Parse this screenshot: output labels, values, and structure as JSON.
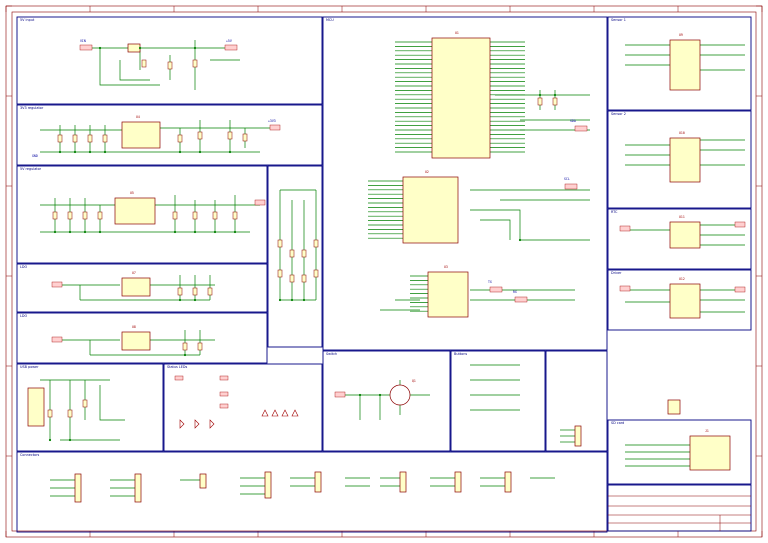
{
  "sheet": {
    "frame_color": "#8b0000",
    "wire_color": "#008000",
    "block_color": "#000080",
    "part_fill": "#ffffc8",
    "part_stroke": "#8b0000"
  },
  "sections": {
    "power_protection": "5V input",
    "converter_3v3": "3V3 regulator",
    "converter_5v": "5V regulator",
    "ldo_a": "LDO",
    "ldo_b": "LDO",
    "usb_power": "USB power",
    "mcu": "MCU",
    "ic_top_right": "Sensor 1",
    "ic_mid_right": "Sensor 2",
    "rtc": "RTC",
    "ic_right": "Driver",
    "sd_card": "SD card",
    "transistor": "Switch",
    "buttons": "Buttons",
    "indicators": "Status LEDs",
    "connectors": "Connectors"
  },
  "parts": {
    "mcu": "U1",
    "ic2": "U2",
    "ic3": "U3",
    "u_pwr": "U4",
    "u_3v3": "U5",
    "u_5v": "U6",
    "ldo1": "U7",
    "ldo2": "U8",
    "s1": "U9",
    "s2": "U10",
    "rtc": "U11",
    "drv": "U12",
    "q1": "Q1",
    "sd": "J1"
  },
  "nets": {
    "vin": "VIN",
    "v5": "+5V",
    "v3": "+3V3",
    "gnd": "GND",
    "sda": "SDA",
    "scl": "SCL",
    "tx": "TX",
    "rx": "RX"
  },
  "title_block": {
    "company": "",
    "title": "",
    "sheet": "",
    "rev": ""
  }
}
